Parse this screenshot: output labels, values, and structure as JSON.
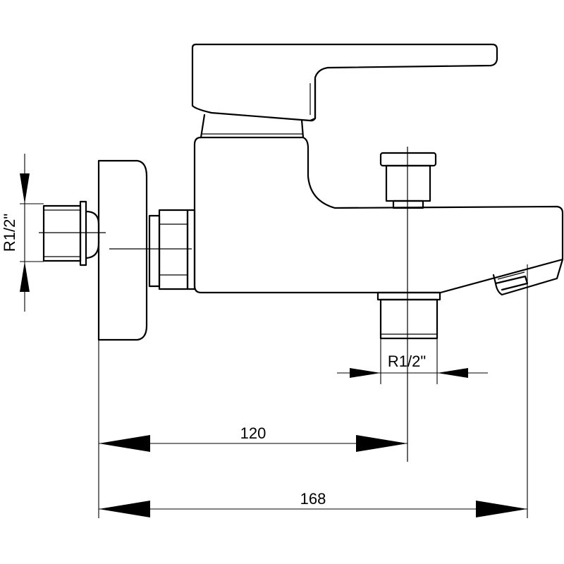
{
  "dimensions": {
    "inlet_label": "R1/2\"",
    "outlet_label": "R1/2\"",
    "center_distance": "120",
    "overall_length": "168"
  }
}
